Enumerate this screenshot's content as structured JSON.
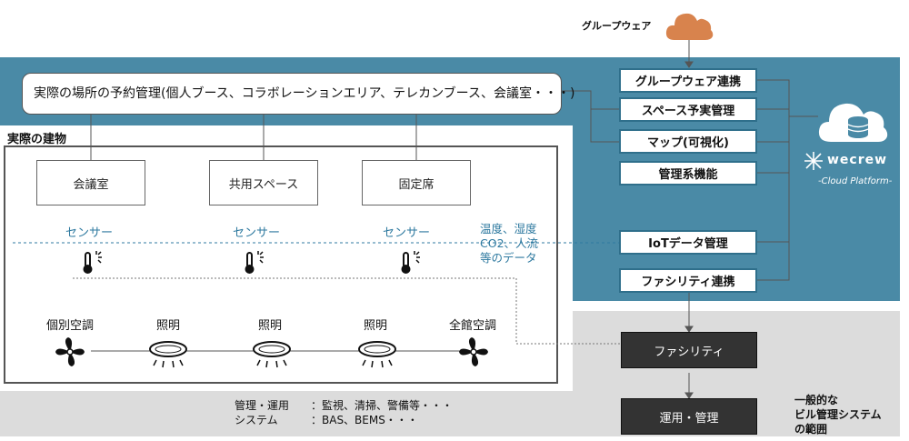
{
  "groupware_label": "グループウェア",
  "reservation_text": "実際の場所の予約管理(個人ブース、コラボレーションエリア、テレカンブース、会議室・・・)",
  "building_title": "実際の建物",
  "rooms": [
    "会議室",
    "共用スペース",
    "固定席"
  ],
  "sensor_label": "センサー",
  "data_desc": [
    "温度、湿度",
    "CO2、人流",
    "等のデータ"
  ],
  "platform_buttons": [
    "グループウェア連携",
    "スペース予実管理",
    "マップ(可視化)",
    "管理系機能",
    "IoTデータ管理",
    "ファシリティ連携"
  ],
  "brand": {
    "name": "wecrew",
    "subtitle": "-Cloud Platform-"
  },
  "devices": [
    "個別空調",
    "照明",
    "照明",
    "照明",
    "全館空調"
  ],
  "facility_box": "ファシリティ",
  "ops_box": "運用・管理",
  "management": [
    "管理・運用",
    "システム"
  ],
  "management_items": [
    "：監視、清掃、警備等・・・",
    "：BAS、BEMS・・・"
  ],
  "scope_label": [
    "一般的な",
    "ビル管理システム",
    "の範囲"
  ],
  "colors": {
    "platform_band": "#4a8aa6",
    "general_band": "#dcdcdc",
    "cloud": "#d8834d",
    "sensor_text": "#2f7aa0"
  }
}
